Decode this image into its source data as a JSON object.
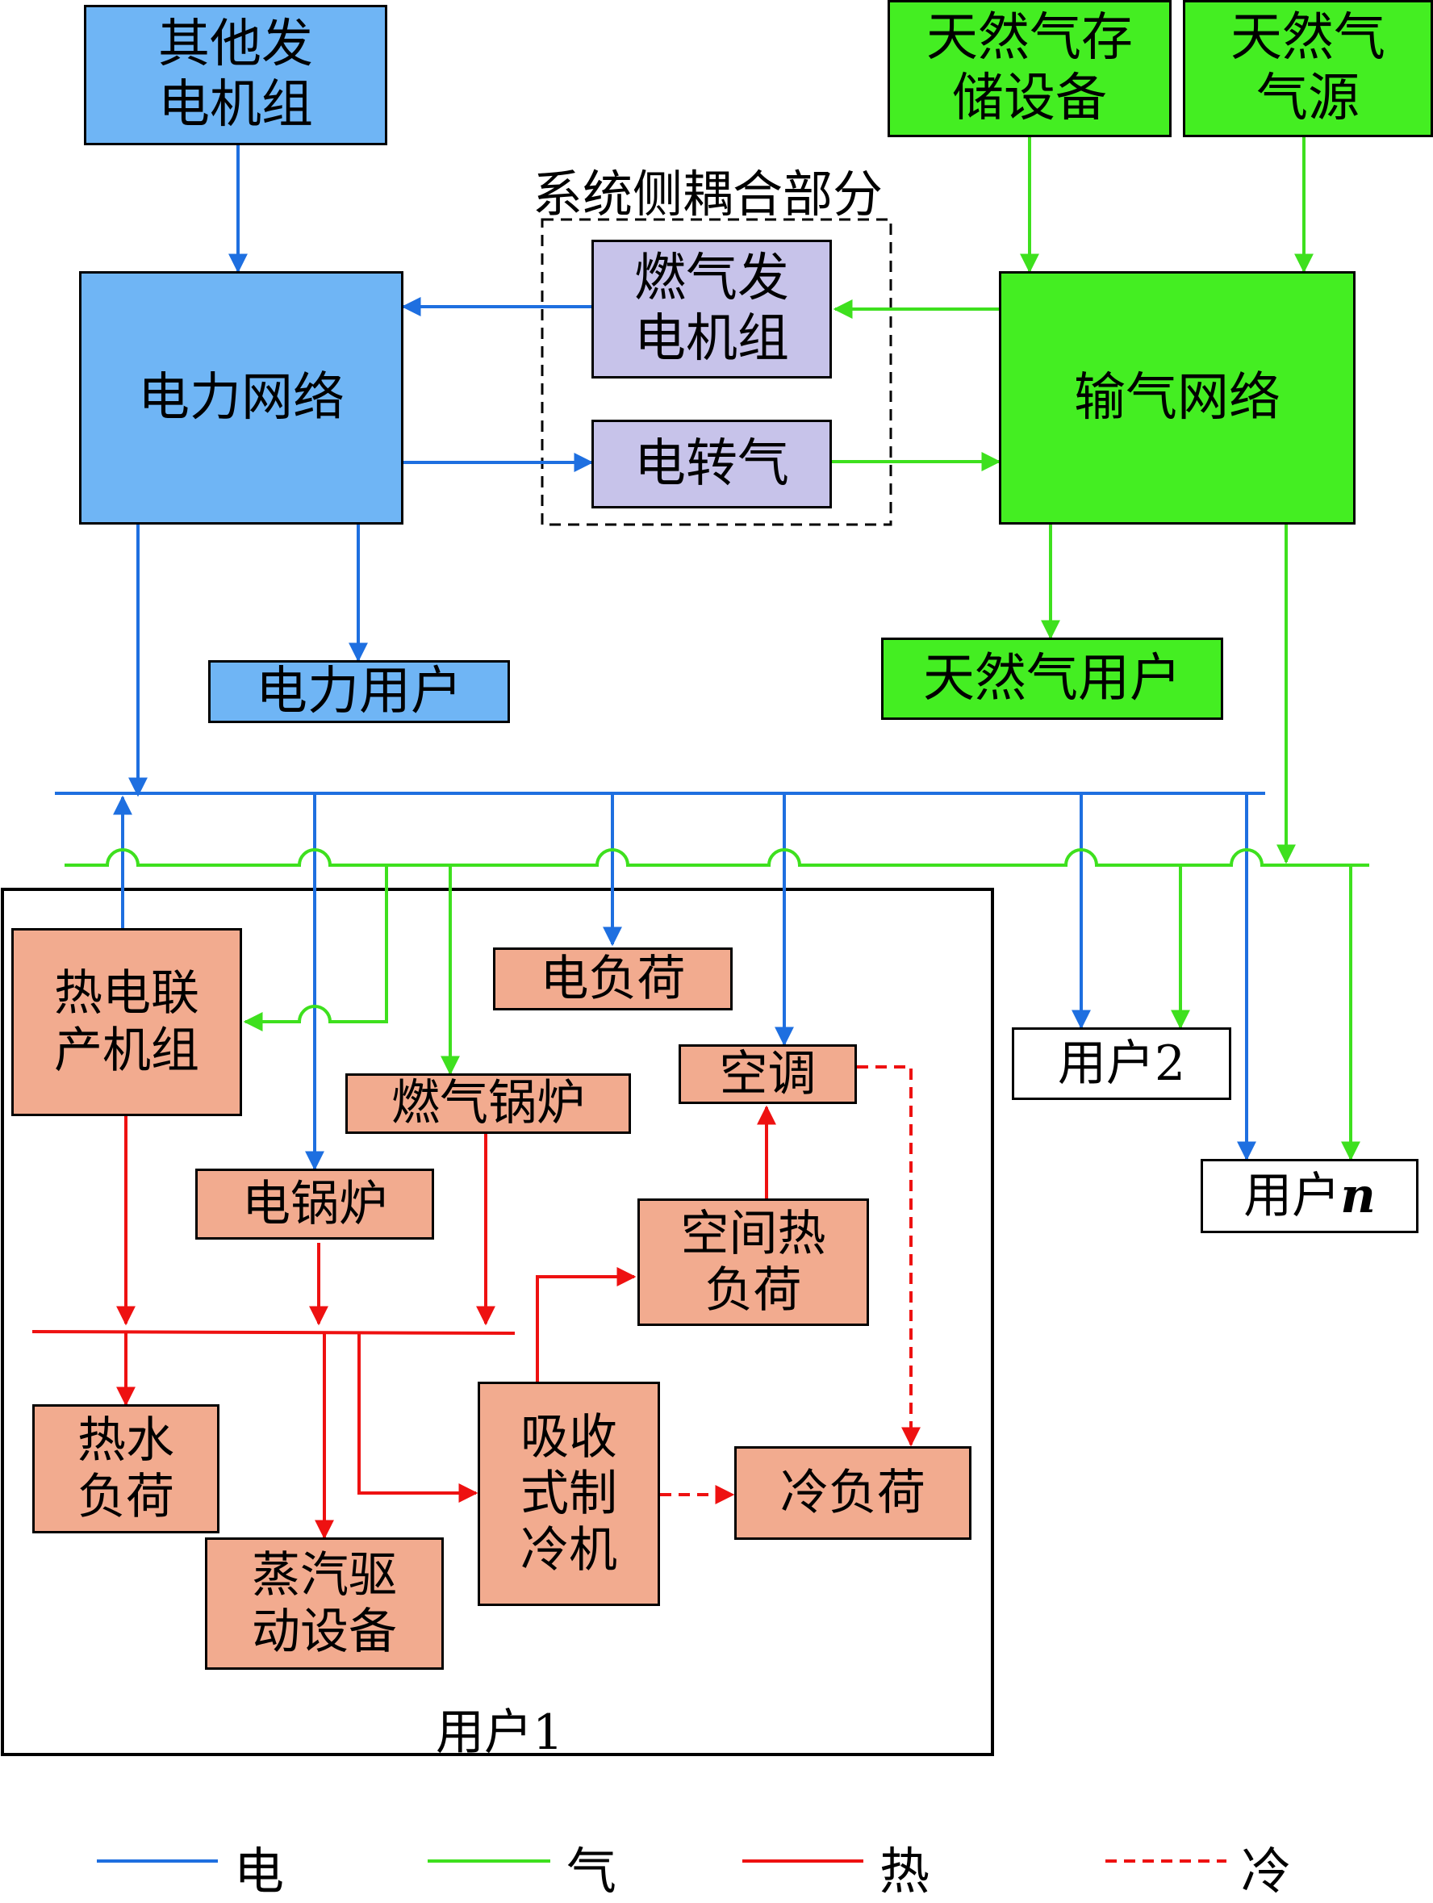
{
  "colors": {
    "electric": "#1e6fe0",
    "gas": "#3ee01e",
    "heat": "#ee1111",
    "cold": "#ee1111"
  },
  "nodes": {
    "other_gen": "其他发\n电机组",
    "ng_storage": "天然气存\n储设备",
    "ng_source": "天然气\n气源",
    "coupling_title": "系统侧耦合部分",
    "gas_gen": "燃气发\n电机组",
    "p2g": "电转气",
    "power_grid": "电力网络",
    "gas_grid": "输气网络",
    "power_user": "电力用户",
    "gas_user": "天然气用户",
    "chp": "热电联\n产机组",
    "elec_load": "电负荷",
    "ac": "空调",
    "gas_boiler": "燃气锅炉",
    "elec_boiler": "电锅炉",
    "space_heat": "空间热\n负荷",
    "hot_water": "热水\n负荷",
    "absorption": "吸收\n式制\n冷机",
    "cold_load": "冷负荷",
    "steam": "蒸汽驱\n动设备",
    "user1": "用户1",
    "user2": "用户2",
    "usern_prefix": "用户",
    "usern_suffix": "n"
  },
  "legend": [
    {
      "label": "电",
      "color": "#1e6fe0",
      "style": "solid"
    },
    {
      "label": "气",
      "color": "#3ee01e",
      "style": "solid"
    },
    {
      "label": "热",
      "color": "#ee1111",
      "style": "solid"
    },
    {
      "label": "冷",
      "color": "#ee1111",
      "style": "dashed"
    }
  ]
}
